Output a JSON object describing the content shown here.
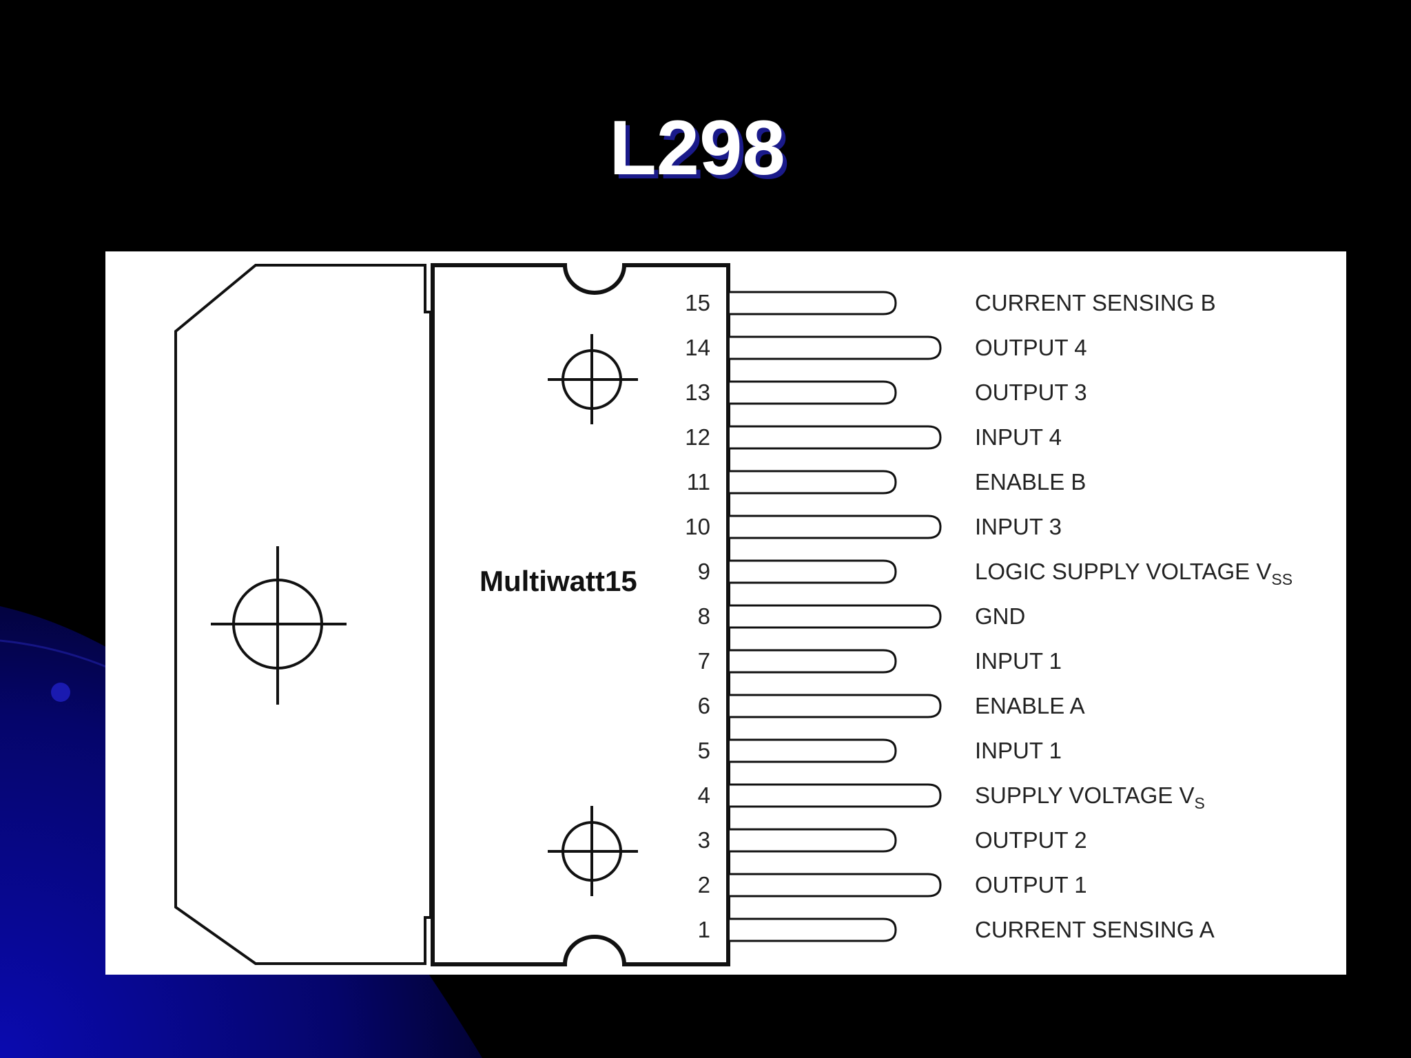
{
  "slide": {
    "title": "L298",
    "colors": {
      "background": "#000000",
      "accent": "#0a0a9e",
      "title_shadow": "#1a1a8a"
    }
  },
  "diagram": {
    "package_name": "Multiwatt15",
    "pins": [
      {
        "number": "15",
        "label": "CURRENT SENSING B",
        "sub": "",
        "long": false
      },
      {
        "number": "14",
        "label": "OUTPUT 4",
        "sub": "",
        "long": true
      },
      {
        "number": "13",
        "label": "OUTPUT 3",
        "sub": "",
        "long": false
      },
      {
        "number": "12",
        "label": "INPUT 4",
        "sub": "",
        "long": true
      },
      {
        "number": "11",
        "label": "ENABLE B",
        "sub": "",
        "long": false
      },
      {
        "number": "10",
        "label": "INPUT 3",
        "sub": "",
        "long": true
      },
      {
        "number": "9",
        "label": "LOGIC SUPPLY VOLTAGE V",
        "sub": "SS",
        "long": false
      },
      {
        "number": "8",
        "label": "GND",
        "sub": "",
        "long": true
      },
      {
        "number": "7",
        "label": "INPUT 1",
        "sub": "",
        "long": false
      },
      {
        "number": "6",
        "label": "ENABLE A",
        "sub": "",
        "long": true
      },
      {
        "number": "5",
        "label": "INPUT 1",
        "sub": "",
        "long": false
      },
      {
        "number": "4",
        "label": "SUPPLY VOLTAGE V",
        "sub": "S",
        "long": true
      },
      {
        "number": "3",
        "label": "OUTPUT 2",
        "sub": "",
        "long": false
      },
      {
        "number": "2",
        "label": "OUTPUT 1",
        "sub": "",
        "long": true
      },
      {
        "number": "1",
        "label": "CURRENT SENSING A",
        "sub": "",
        "long": false
      }
    ]
  }
}
